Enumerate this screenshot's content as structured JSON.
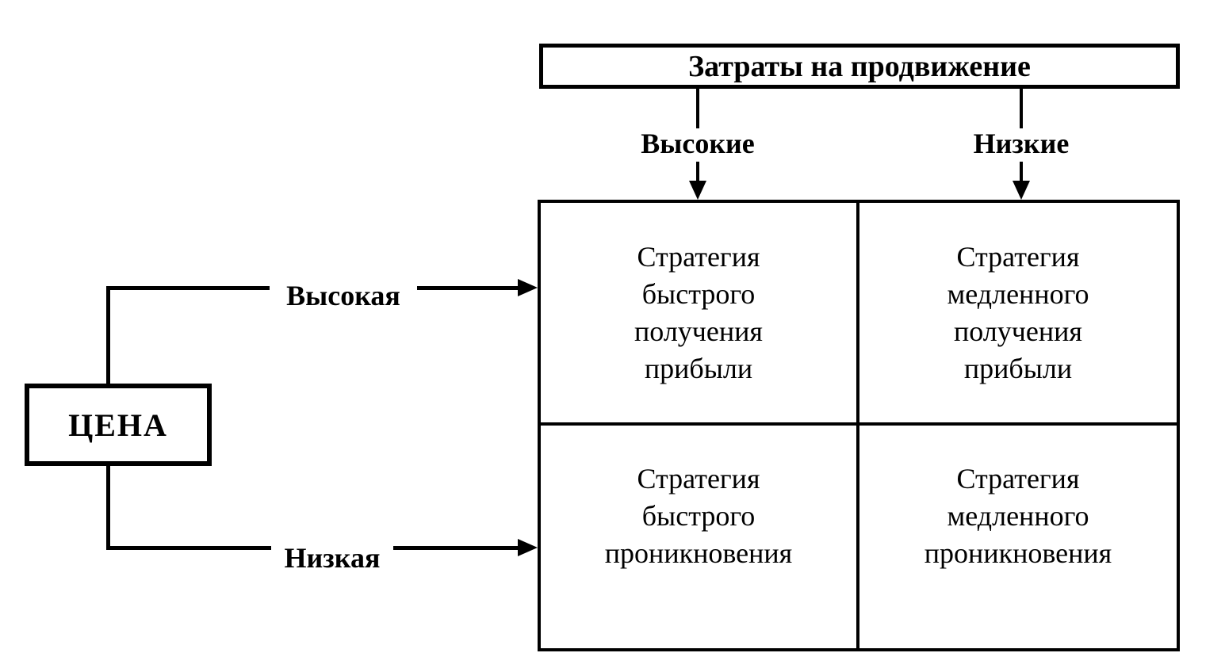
{
  "promo": {
    "header": "Затраты на продвижение",
    "levels": [
      {
        "label": "Высокие"
      },
      {
        "label": "Низкие"
      }
    ]
  },
  "price": {
    "box_label": "ЦЕНА",
    "levels": [
      {
        "label": "Высокая"
      },
      {
        "label": "Низкая"
      }
    ]
  },
  "matrix": {
    "cells": [
      {
        "row": "Высокая",
        "col": "Высокие",
        "text": "Стратегия\nбыстрого\nполучения\nприбыли"
      },
      {
        "row": "Высокая",
        "col": "Низкие",
        "text": "Стратегия\nмедленного\nполучения\nприбыли"
      },
      {
        "row": "Низкая",
        "col": "Высокие",
        "text": "Стратегия\nбыстрого\nпроникновения"
      },
      {
        "row": "Низкая",
        "col": "Низкие",
        "text": "Стратегия\nмедленного\nпроникновения"
      }
    ]
  },
  "colors": {
    "ink": "#000000",
    "background": "#ffffff"
  }
}
